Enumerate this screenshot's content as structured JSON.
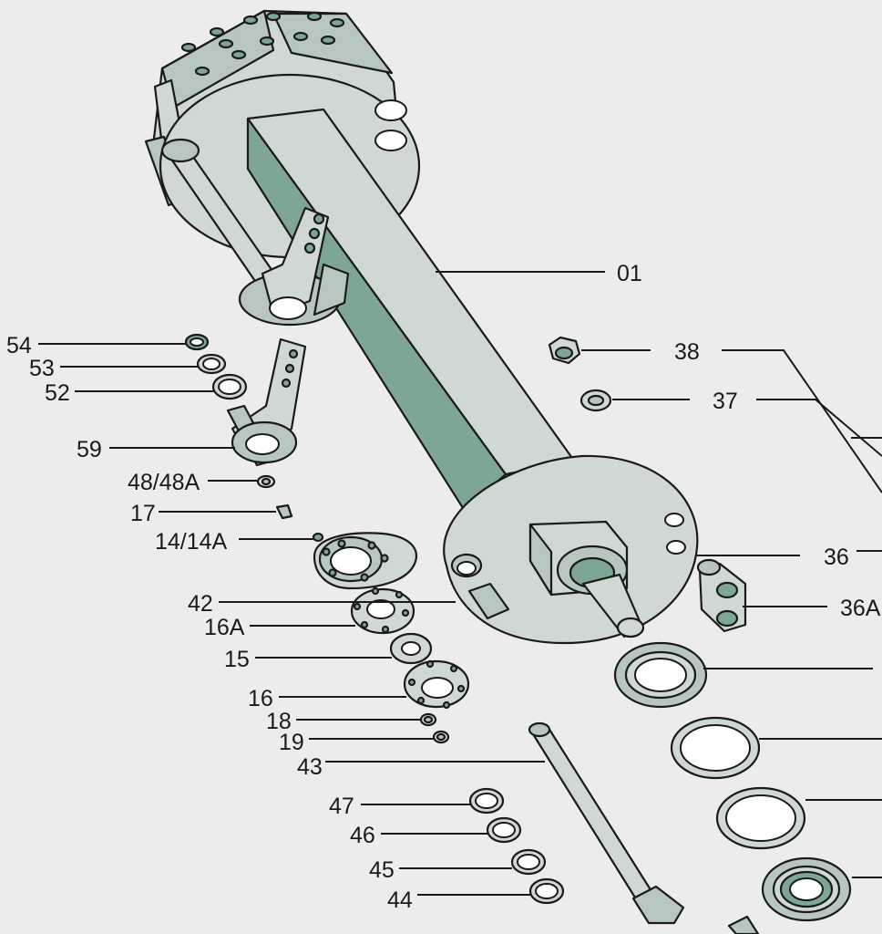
{
  "labels": {
    "l01": "01",
    "l38": "38",
    "l37": "37",
    "l36": "36",
    "l36a": "36A",
    "l54": "54",
    "l53": "53",
    "l52": "52",
    "l59": "59",
    "l48": "48/48A",
    "l17": "17",
    "l14": "14/14A",
    "l42": "42",
    "l16a": "16A",
    "l15": "15",
    "l16": "16",
    "l18": "18",
    "l19": "19",
    "l43": "43",
    "l47": "47",
    "l46": "46",
    "l45": "45",
    "l44": "44"
  },
  "colors": {
    "background": "#ececec",
    "part_light": "#cfd8d3",
    "part_mid": "#b7c7bf",
    "part_dark": "#7ea694",
    "outline": "#1a1a1a"
  }
}
